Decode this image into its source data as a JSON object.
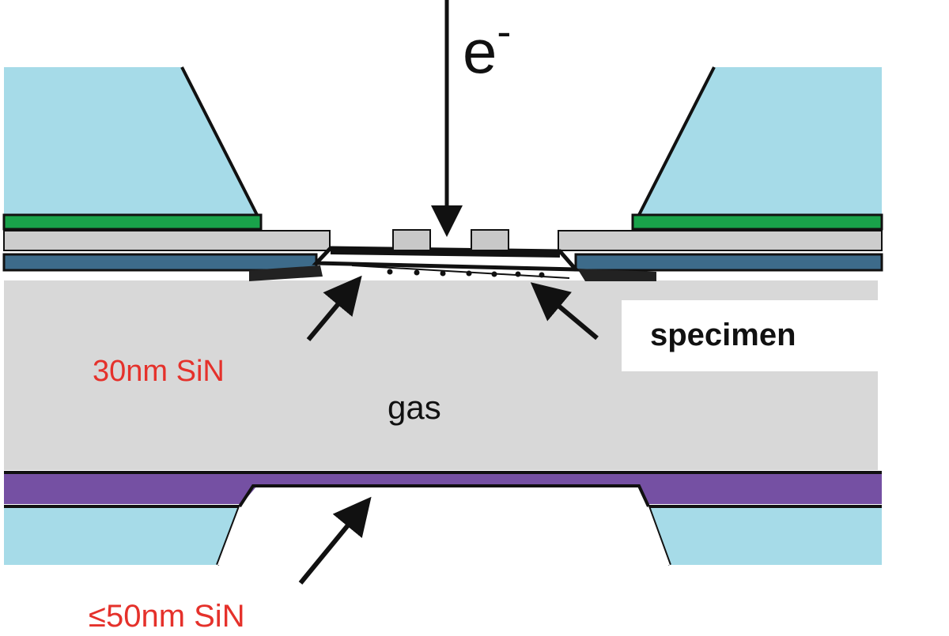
{
  "labels": {
    "beam": "e",
    "beam_superscript": "-",
    "top_membrane": "30nm SiN",
    "specimen": "specimen",
    "gas": "gas",
    "bottom_membrane": "≤50nm SiN"
  },
  "colors": {
    "silicon_frame": "#a6dbe8",
    "green_layer": "#19a24a",
    "gray_layer": "#cdcdcd",
    "blue_layer": "#3d6b8a",
    "purple_layer": "#7550a3",
    "gas_region": "#d8d8d8",
    "highlight_label": "#e5312b",
    "ink": "#111111"
  }
}
